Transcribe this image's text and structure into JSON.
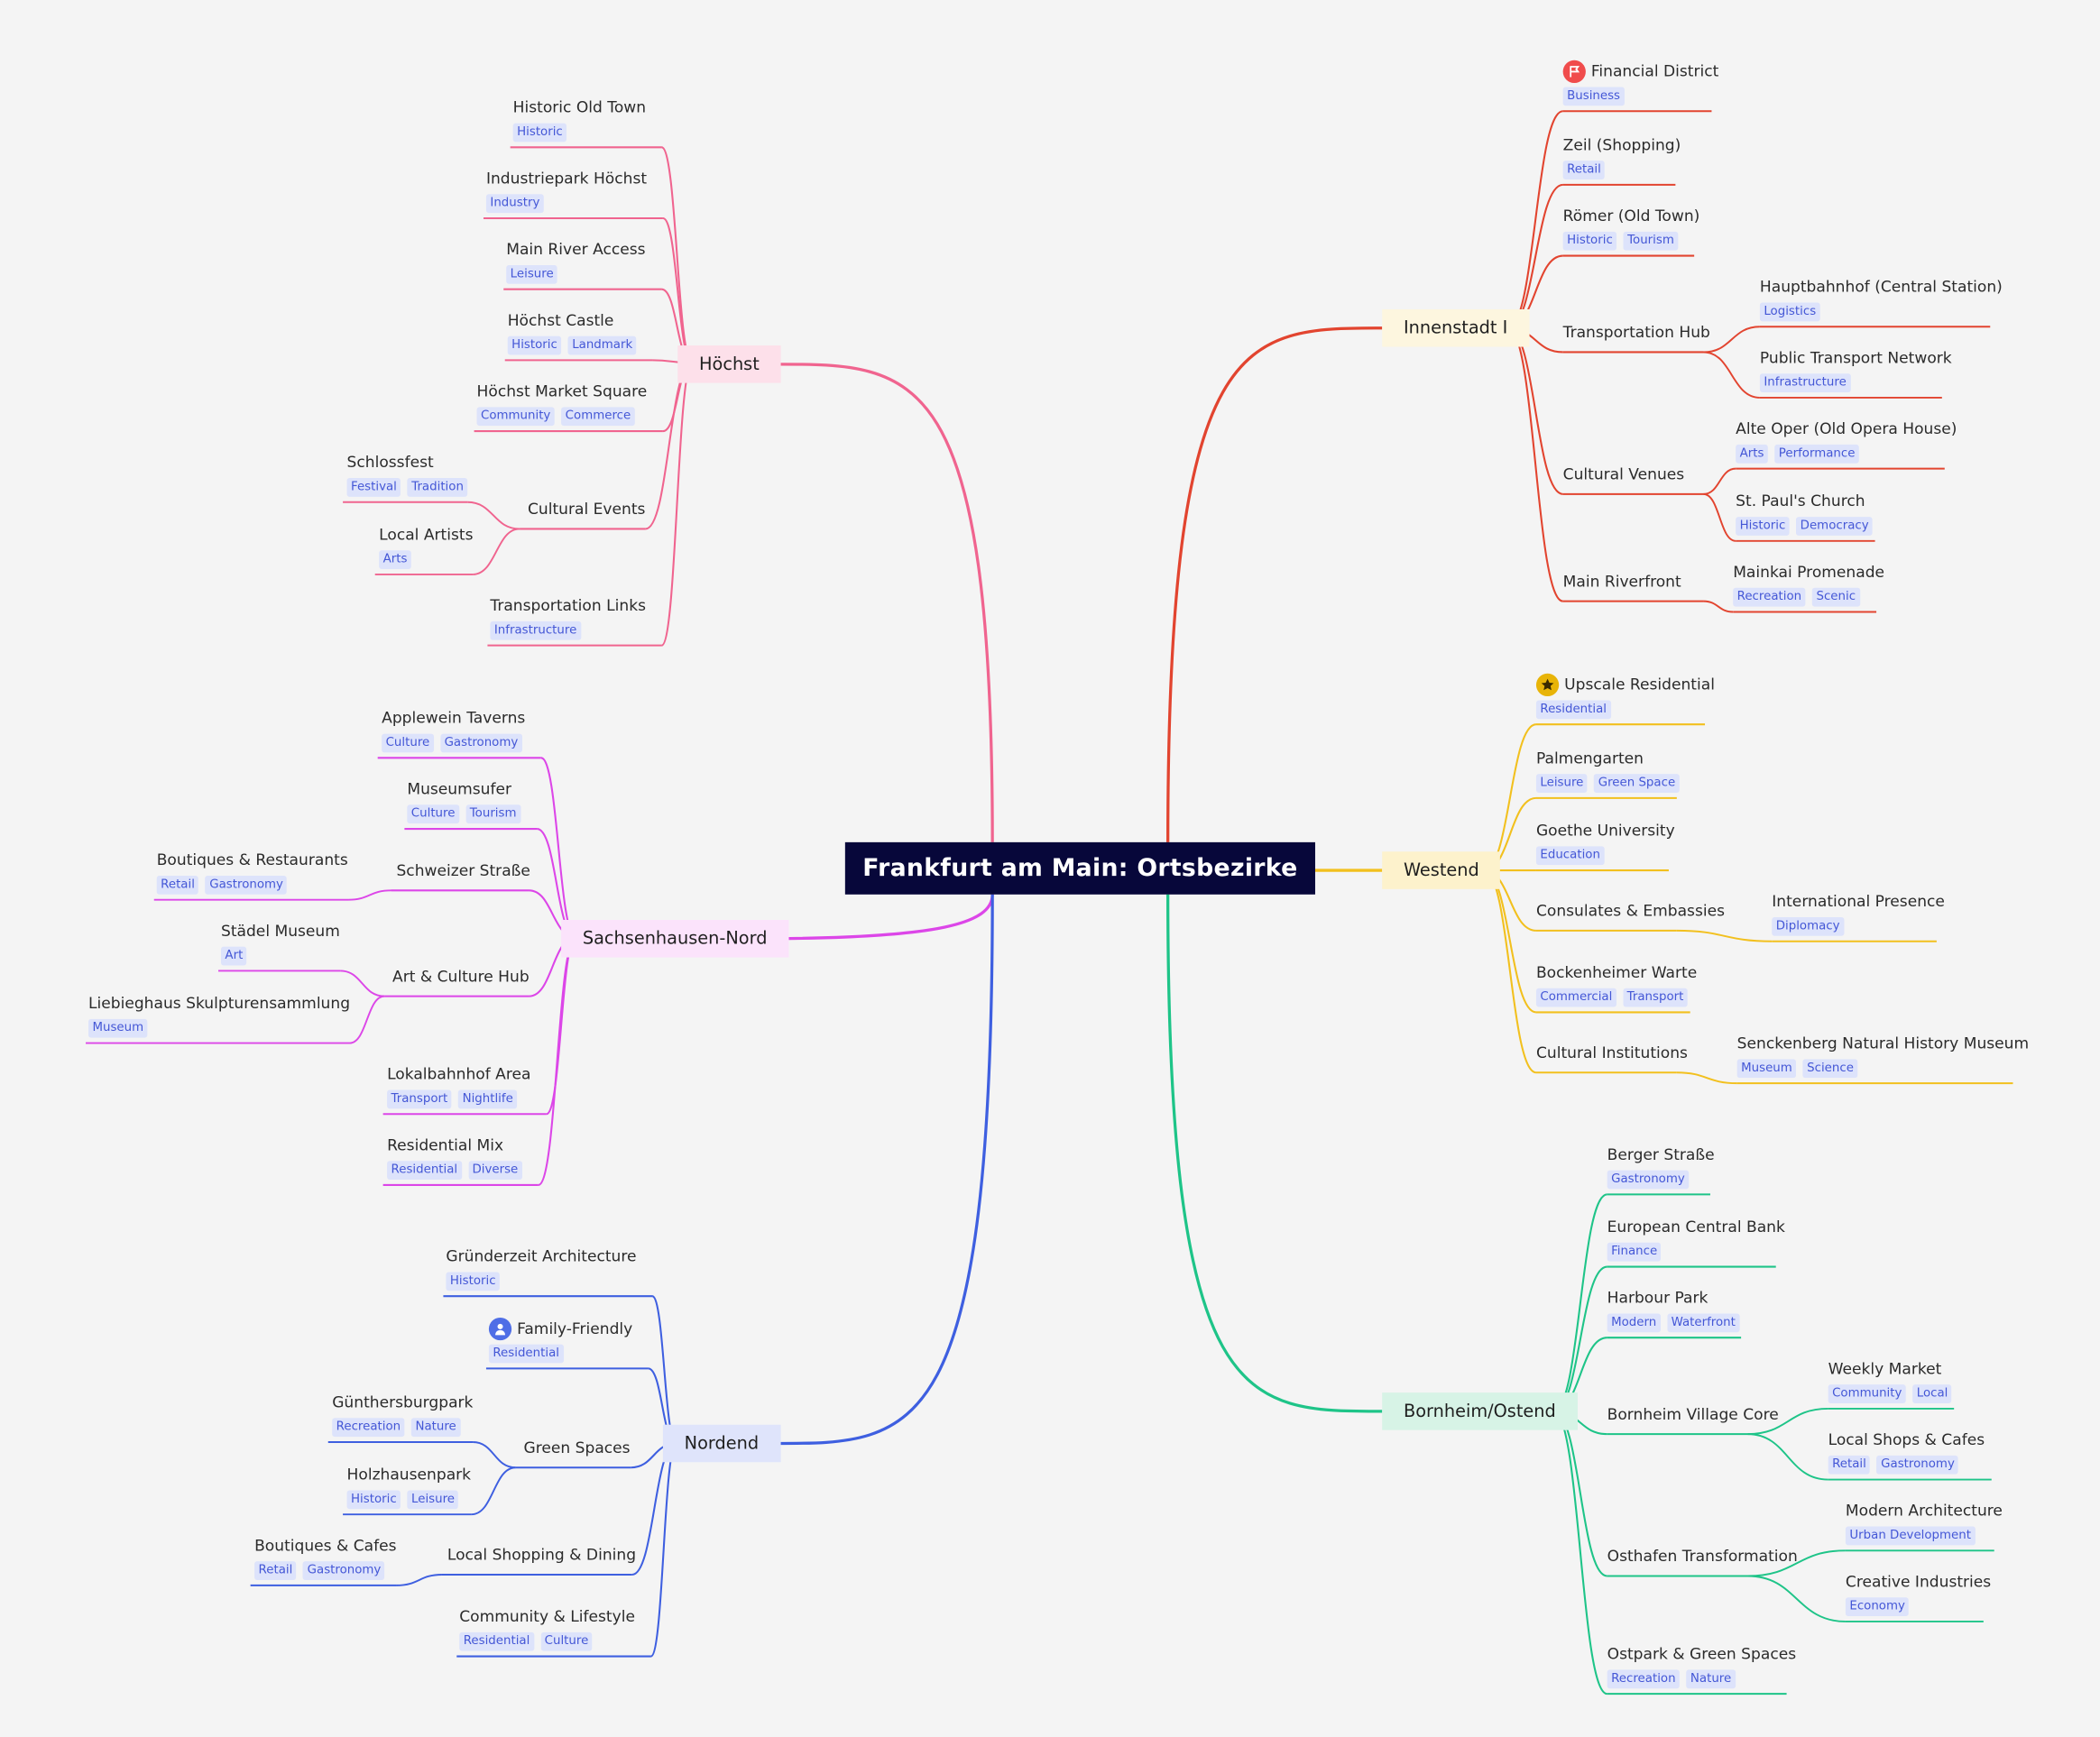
{
  "root": {
    "label": "Frankfurt am Main: Ortsbezirke"
  },
  "branches": {
    "innenstadt": {
      "label": "Innenstadt I",
      "color": "#e2442f",
      "fill": "#fdf6df",
      "leaves": {
        "financial": {
          "label": "Financial District",
          "tags": [
            "Business"
          ],
          "icon": "flag-icon"
        },
        "zeil": {
          "label": "Zeil (Shopping)",
          "tags": [
            "Retail"
          ]
        },
        "roemer": {
          "label": "Römer (Old Town)",
          "tags": [
            "Historic",
            "Tourism"
          ]
        },
        "transport_hub": {
          "label": "Transportation Hub"
        },
        "hbf": {
          "label": "Hauptbahnhof (Central Station)",
          "tags": [
            "Logistics"
          ]
        },
        "ptn": {
          "label": "Public Transport Network",
          "tags": [
            "Infrastructure"
          ]
        },
        "venues": {
          "label": "Cultural Venues"
        },
        "alte_oper": {
          "label": "Alte Oper (Old Opera House)",
          "tags": [
            "Arts",
            "Performance"
          ]
        },
        "paulskirche": {
          "label": "St. Paul's Church",
          "tags": [
            "Historic",
            "Democracy"
          ]
        },
        "riverfront": {
          "label": "Main Riverfront"
        },
        "mainkai": {
          "label": "Mainkai Promenade",
          "tags": [
            "Recreation",
            "Scenic"
          ]
        }
      }
    },
    "westend": {
      "label": "Westend",
      "color": "#f2c01e",
      "fill": "#fdf2cc",
      "leaves": {
        "upscale": {
          "label": "Upscale Residential",
          "tags": [
            "Residential"
          ],
          "icon": "star-icon"
        },
        "palmengarten": {
          "label": "Palmengarten",
          "tags": [
            "Leisure",
            "Green Space"
          ]
        },
        "goethe": {
          "label": "Goethe University",
          "tags": [
            "Education"
          ]
        },
        "consulates": {
          "label": "Consulates & Embassies"
        },
        "intl": {
          "label": "International Presence",
          "tags": [
            "Diplomacy"
          ]
        },
        "bockenheimer": {
          "label": "Bockenheimer Warte",
          "tags": [
            "Commercial",
            "Transport"
          ]
        },
        "institutions": {
          "label": "Cultural Institutions"
        },
        "senckenberg": {
          "label": "Senckenberg Natural History Museum",
          "tags": [
            "Museum",
            "Science"
          ]
        }
      }
    },
    "bornheim": {
      "label": "Bornheim/Ostend",
      "color": "#1ec488",
      "fill": "#d7f3e6",
      "leaves": {
        "berger": {
          "label": "Berger Straße",
          "tags": [
            "Gastronomy"
          ]
        },
        "ecb": {
          "label": "European Central Bank",
          "tags": [
            "Finance"
          ]
        },
        "harbour": {
          "label": "Harbour Park",
          "tags": [
            "Modern",
            "Waterfront"
          ]
        },
        "village": {
          "label": "Bornheim Village Core"
        },
        "weekly": {
          "label": "Weekly Market",
          "tags": [
            "Community",
            "Local"
          ]
        },
        "shops": {
          "label": "Local Shops & Cafes",
          "tags": [
            "Retail",
            "Gastronomy"
          ]
        },
        "osthafen": {
          "label": "Osthafen Transformation"
        },
        "modern_arch": {
          "label": "Modern Architecture",
          "tags": [
            "Urban Development"
          ]
        },
        "creative": {
          "label": "Creative Industries",
          "tags": [
            "Economy"
          ]
        },
        "ostpark": {
          "label": "Ostpark & Green Spaces",
          "tags": [
            "Recreation",
            "Nature"
          ]
        }
      }
    },
    "hoechst": {
      "label": "Höchst",
      "color": "#f0648f",
      "fill": "#fde0ea",
      "leaves": {
        "old_town": {
          "label": "Historic Old Town",
          "tags": [
            "Historic"
          ]
        },
        "industriepark": {
          "label": "Industriepark Höchst",
          "tags": [
            "Industry"
          ]
        },
        "river": {
          "label": "Main River Access",
          "tags": [
            "Leisure"
          ]
        },
        "castle": {
          "label": "Höchst Castle",
          "tags": [
            "Historic",
            "Landmark"
          ]
        },
        "market": {
          "label": "Höchst Market Square",
          "tags": [
            "Community",
            "Commerce"
          ]
        },
        "events": {
          "label": "Cultural Events"
        },
        "schlossfest": {
          "label": "Schlossfest",
          "tags": [
            "Festival",
            "Tradition"
          ]
        },
        "artists": {
          "label": "Local Artists",
          "tags": [
            "Arts"
          ]
        },
        "links": {
          "label": "Transportation Links",
          "tags": [
            "Infrastructure"
          ]
        }
      }
    },
    "sachsenhausen": {
      "label": "Sachsenhausen-Nord",
      "color": "#dc46e8",
      "fill": "#fbe3fb",
      "leaves": {
        "applewein": {
          "label": "Applewein Taverns",
          "tags": [
            "Culture",
            "Gastronomy"
          ]
        },
        "museumsufer": {
          "label": "Museumsufer",
          "tags": [
            "Culture",
            "Tourism"
          ]
        },
        "schweizer": {
          "label": "Schweizer Straße"
        },
        "boutiques": {
          "label": "Boutiques & Restaurants",
          "tags": [
            "Retail",
            "Gastronomy"
          ]
        },
        "art_hub": {
          "label": "Art & Culture Hub"
        },
        "staedel": {
          "label": "Städel Museum",
          "tags": [
            "Art"
          ]
        },
        "liebieghaus": {
          "label": "Liebieghaus Skulpturensammlung",
          "tags": [
            "Museum"
          ]
        },
        "lokalbahnhof": {
          "label": "Lokalbahnhof Area",
          "tags": [
            "Transport",
            "Nightlife"
          ]
        },
        "res_mix": {
          "label": "Residential Mix",
          "tags": [
            "Residential",
            "Diverse"
          ]
        }
      }
    },
    "nordend": {
      "label": "Nordend",
      "color": "#3e5fe0",
      "fill": "#dfe4fb",
      "leaves": {
        "gruenderzeit": {
          "label": "Gründerzeit Architecture",
          "tags": [
            "Historic"
          ]
        },
        "family": {
          "label": "Family-Friendly",
          "tags": [
            "Residential"
          ],
          "icon": "person-icon"
        },
        "green": {
          "label": "Green Spaces"
        },
        "guenthersburg": {
          "label": "Günthersburgpark",
          "tags": [
            "Recreation",
            "Nature"
          ]
        },
        "holzhausen": {
          "label": "Holzhausenpark",
          "tags": [
            "Historic",
            "Leisure"
          ]
        },
        "shopping": {
          "label": "Local Shopping & Dining"
        },
        "boutiques_cafes": {
          "label": "Boutiques & Cafes",
          "tags": [
            "Retail",
            "Gastronomy"
          ]
        },
        "community": {
          "label": "Community & Lifestyle",
          "tags": [
            "Residential",
            "Culture"
          ]
        }
      }
    }
  },
  "icon_colors": {
    "flag-icon": "#f04c4c",
    "star-icon": "#e8b408",
    "person-icon": "#4f6ee6"
  }
}
